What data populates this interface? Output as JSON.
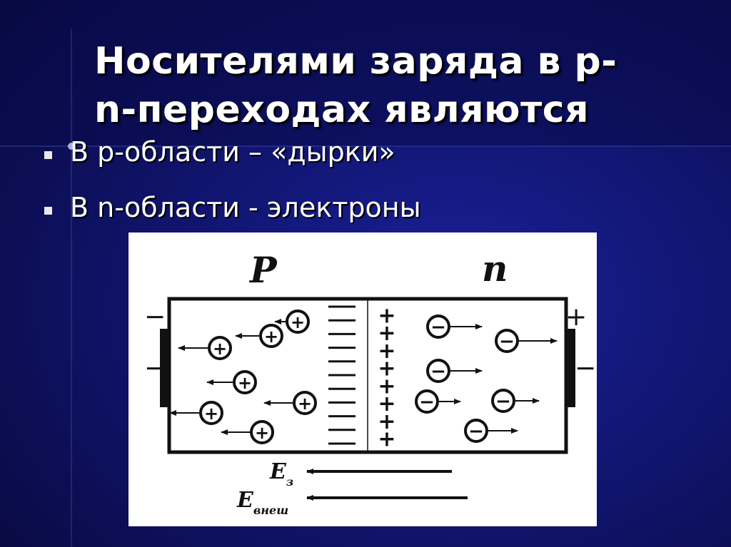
{
  "slide": {
    "title_line1": "Носителями заряда в p-",
    "title_line2": "n-переходах являются",
    "bullets": [
      "В p-области – «дырки»",
      "В n-области - электроны"
    ]
  },
  "diagram": {
    "p_label": "P",
    "n_label": "n",
    "left_terminal_signs": [
      "−",
      "−"
    ],
    "right_terminal_signs": [
      "+",
      "−"
    ],
    "hole_symbol": "+",
    "electron_symbol": "−",
    "junction_negative_count": 11,
    "junction_positive_count": 8,
    "field_label_1": "E",
    "field_label_1_sub": "з",
    "field_label_2": "E",
    "field_label_2_sub": "внеш"
  },
  "colors": {
    "background": "#0b0c52",
    "title_text": "#ffffff",
    "diagram_ink": "#111111"
  }
}
